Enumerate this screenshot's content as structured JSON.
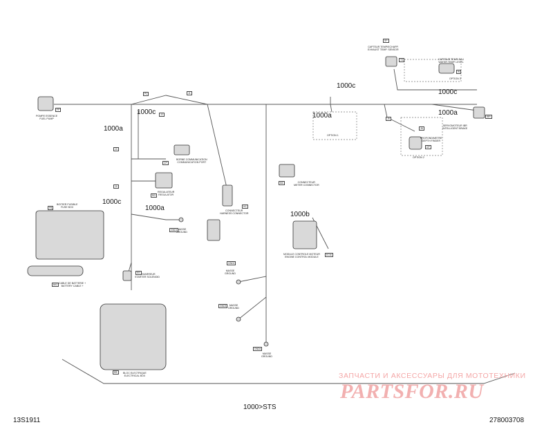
{
  "drawing": {
    "model_range": "1000>STS",
    "drawing_code": "13S1911",
    "part_number": "278003708"
  },
  "callouts": {
    "c1": "1000c",
    "c2": "1000a",
    "c3": "1000c",
    "c4": "1000a",
    "c5": "1000c",
    "c6": "1000a",
    "c7": "1000c",
    "c8": "1000a",
    "c9": "1000b"
  },
  "components": {
    "fuel_pump": "POMPE ESSENCE\nFUEL PUMP",
    "compass_sensor": "CAPTEUR TEMP/ECHAPP.\nEXHAUST TEMP. SENSOR",
    "water_temp": "CAPTEUR TEMP. EAU\nWATER TEMP. LEVEL",
    "ibr": "SERVOMOTEUR IBR\nINTELLIGENT BRAKE",
    "depth_finder": "PROFONDIMETRE\nDEPTH FINDER",
    "comm_port": "BORNE COMMUNICATION\nCOMMUNICATION PORT",
    "regulator": "REGULATEUR\nREGULATOR",
    "fuse_box": "BOITIER FUSIBLE\nFUSE BOX",
    "start_solenoid": "DEMARREUR\nSTARTER SOLENOID",
    "harness_connector": "CONNECTEUR\nHARNESS CONNECTOR",
    "meter_connector": "CONNECTEUR\nMETER CONNECTOR",
    "engine_module": "MODULE CONTROLE MOTEUR\nENGINE CONTROL MODULE",
    "battery_cable": "CABLE DE BATTERIE +\nBATTERY CABLE +",
    "ground_1": "MASSE\nGROUND",
    "ground_2": "MASSE\nGROUND",
    "ground_3": "MASSE\nGROUND",
    "ground_4": "MASSE\nGROUND",
    "electrical_box": "BLOC ELECTRIQUE\nELECTRICAL BOX",
    "option_1": "OPTION 1",
    "option_2": "OPTION 2",
    "option_3": "OPTION 3"
  },
  "tags": {
    "t_fp": "FP",
    "t_p1": "P1",
    "t_sp": "SP",
    "t_ts": "TS",
    "t_w": "W",
    "t_ib": "IBR",
    "t_dp": "DP",
    "t_cp": "CP",
    "t_rg": "RG",
    "t_fb": "FB",
    "t_ss": "SS",
    "t_hc": "HC",
    "t_mc": "MC",
    "t_ecm": "ECM",
    "t_bat": "BAT",
    "t_g1": "GND1",
    "t_g2": "GND2",
    "t_g3": "GND3",
    "t_g4": "GND4",
    "t_eb": "EB",
    "t_j1": "J1",
    "t_j2": "J2",
    "t_j3": "J3",
    "t_j4": "J4",
    "t_j5": "J5",
    "t_j6": "J6"
  },
  "watermark": {
    "tagline": "ЗАПЧАСТИ И АКСЕССУАРЫ ДЛЯ МОТОТЕХНИКИ",
    "logo": "PARTSFOR.RU"
  }
}
